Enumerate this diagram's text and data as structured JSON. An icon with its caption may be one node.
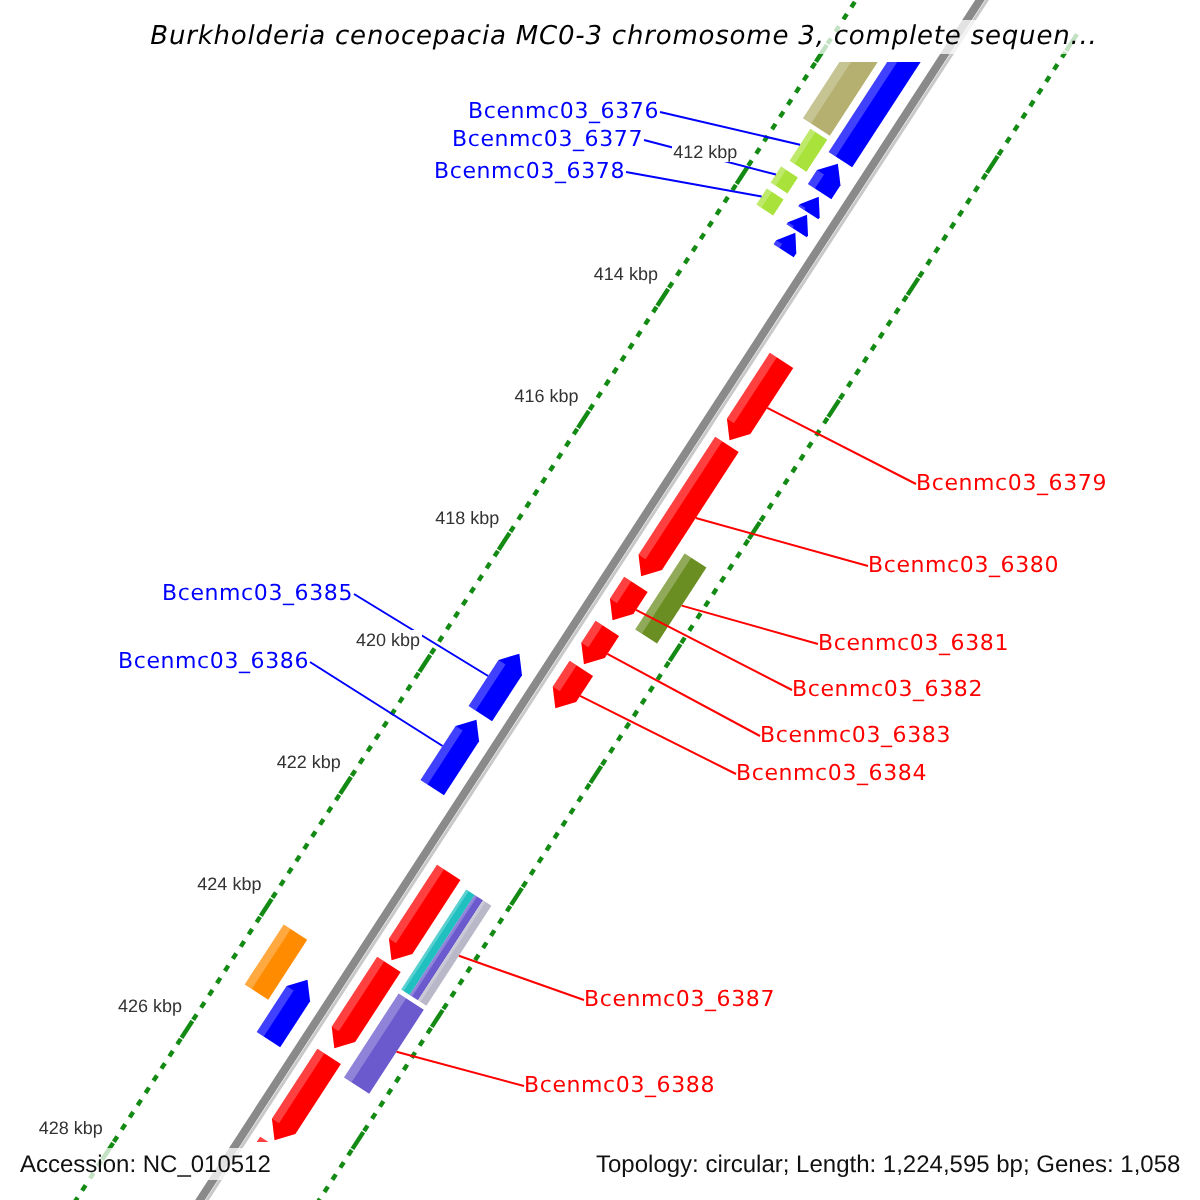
{
  "diagram": {
    "title": "Burkholderia cenocepacia MC0-3 chromosome 3, complete sequen...",
    "nodes": [
      {
        "text": [
          "Bcenmc03_6376"
        ]
      },
      {
        "text": [
          "Bcenmc03_6377"
        ]
      },
      {
        "text": [
          "Bcenmc03_6378"
        ]
      },
      {
        "text": [
          "Bcenmc03_6379"
        ]
      },
      {
        "text": [
          "Bcenmc03_6380"
        ]
      },
      {
        "text": [
          "Bcenmc03_6381"
        ]
      },
      {
        "text": [
          "Bcenmc03_6382"
        ]
      },
      {
        "text": [
          "Bcenmc03_6383"
        ]
      },
      {
        "text": [
          "Bcenmc03_6384"
        ]
      },
      {
        "text": [
          "Bcenmc03_6385"
        ]
      },
      {
        "text": [
          "Bcenmc03_6386"
        ]
      },
      {
        "text": [
          "Bcenmc03_6387"
        ]
      },
      {
        "text": [
          "Bcenmc03_6388"
        ]
      },
      {
        "text": [],
        "shape": "bar"
      },
      {
        "text": [],
        "shape": "arrow"
      },
      {
        "text": [],
        "shape": "bar"
      },
      {
        "text": [],
        "shape": "arrow"
      },
      {
        "text": [],
        "shape": "bar"
      },
      {
        "text": [],
        "shape": "arrow"
      },
      {
        "text": [],
        "shape": "bar"
      },
      {
        "text": [],
        "shape": "arrow"
      },
      {
        "text": [],
        "shape": "arrow"
      },
      {
        "text": [],
        "shape": "arrow"
      },
      {
        "text": [],
        "shape": "arrow"
      },
      {
        "text": [],
        "shape": "bar"
      },
      {
        "text": [],
        "shape": "arrow"
      },
      {
        "text": [],
        "shape": "arrow"
      },
      {
        "text": [],
        "shape": "arrow"
      },
      {
        "text": [],
        "shape": "arrow"
      },
      {
        "text": [],
        "shape": "arrow"
      },
      {
        "text": [],
        "shape": "arrow"
      },
      {
        "text": [],
        "shape": "bar"
      },
      {
        "text": [],
        "shape": "bar"
      },
      {
        "text": [],
        "shape": "bar"
      },
      {
        "text": [],
        "shape": "arrow"
      },
      {
        "text": [],
        "shape": "bar"
      },
      {
        "text": [],
        "shape": "bar"
      },
      {
        "text": [],
        "shape": "arrow"
      },
      {
        "text": [],
        "shape": "arrow"
      },
      {
        "text": [],
        "shape": "arrow"
      }
    ],
    "edges": [
      {
        "from": 0,
        "to": 15,
        "arrow": "none",
        "color": "#0000ff"
      },
      {
        "from": 1,
        "to": 17,
        "arrow": "none",
        "color": "#0000ff"
      },
      {
        "from": 2,
        "to": 19,
        "arrow": "none",
        "color": "#0000ff"
      },
      {
        "from": 3,
        "to": 22,
        "arrow": "none"
      },
      {
        "from": 4,
        "to": 23,
        "arrow": "none"
      },
      {
        "from": 5,
        "to": 24,
        "arrow": "none"
      },
      {
        "from": 6,
        "to": 25,
        "arrow": "none"
      },
      {
        "from": 7,
        "to": 26,
        "arrow": "none"
      },
      {
        "from": 8,
        "to": 27,
        "arrow": "none"
      },
      {
        "from": 9,
        "to": 28,
        "arrow": "none",
        "color": "#0000ff"
      },
      {
        "from": 10,
        "to": 29,
        "arrow": "none",
        "color": "#0000ff"
      },
      {
        "from": 11,
        "to": 33,
        "arrow": "none"
      },
      {
        "from": 12,
        "to": 35,
        "arrow": "none"
      }
    ],
    "labels": [
      "412 kbp",
      "414 kbp",
      "416 kbp",
      "418 kbp",
      "420 kbp",
      "422 kbp",
      "424 kbp",
      "426 kbp",
      "428 kbp",
      "Accession: NC_010512",
      "Topology: circular; Length: 1,224,595 bp; Genes: 1,058"
    ]
  }
}
